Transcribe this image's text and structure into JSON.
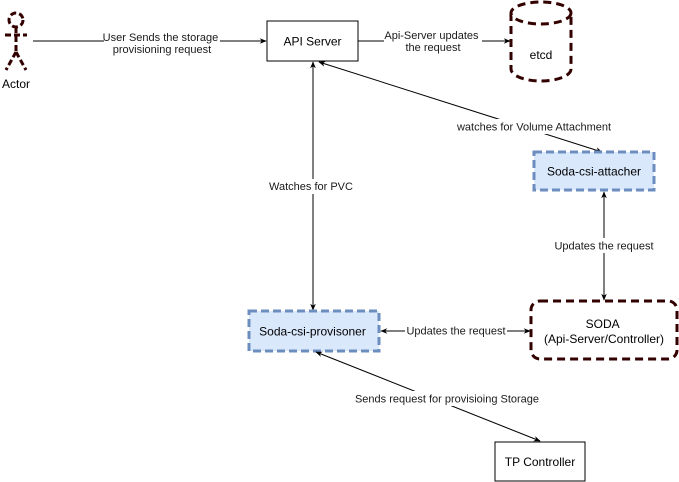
{
  "actor": {
    "label": "Actor",
    "color": "#330000"
  },
  "nodes": {
    "api_server": {
      "label": "API Server"
    },
    "etcd": {
      "label": "etcd"
    },
    "attacher": {
      "label": "Soda-csi-attacher"
    },
    "provisioner": {
      "label": "Soda-csi-provisoner"
    },
    "soda": {
      "line1": "SODA",
      "line2": "(Api-Server/Controller)"
    },
    "tp_controller": {
      "label": "TP Controller"
    }
  },
  "edges": {
    "actor_to_api": {
      "line1": "User Sends the storage",
      "line2": "provisioning request"
    },
    "api_to_etcd": {
      "line1": "Api-Server updates",
      "line2": "the request"
    },
    "attacher_watch": {
      "label": "watches for Volume Attachment"
    },
    "pvc_watch": {
      "label": "Watches for PVC"
    },
    "attacher_soda": {
      "label": "Updates the request"
    },
    "provisioner_soda": {
      "label": "Updates the request"
    },
    "provisioner_tp": {
      "label": "Sends request for provisioing Storage"
    }
  },
  "colors": {
    "dashed_dark": "#330000",
    "blue_fill": "#dae8fc",
    "blue_stroke": "#6c8ebf",
    "line": "#000000"
  }
}
